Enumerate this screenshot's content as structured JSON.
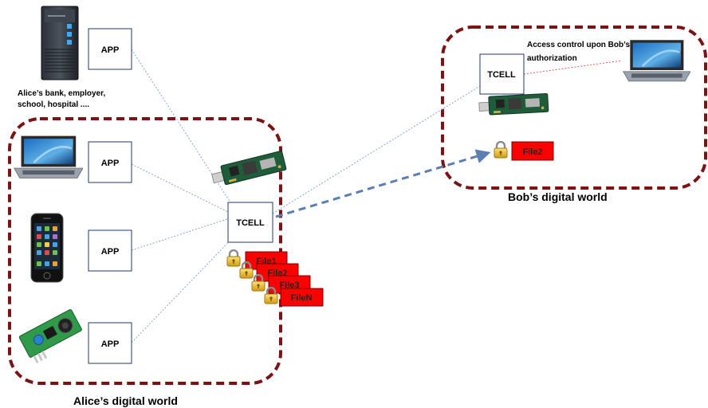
{
  "alice_world": {
    "label": "Alice’s digital world"
  },
  "bob_world": {
    "label": "Bob’s digital world"
  },
  "server": {
    "caption_lines": [
      "Alice’s bank, employer,",
      "school, hospital ...."
    ]
  },
  "apps": [
    {
      "label": "APP",
      "source": "server"
    },
    {
      "label": "APP",
      "source": "laptop"
    },
    {
      "label": "APP",
      "source": "phone"
    },
    {
      "label": "APP",
      "source": "sensor"
    }
  ],
  "alice_tcell": {
    "label": "TCELL"
  },
  "bob_tcell": {
    "label": "TCELL"
  },
  "alice_files": [
    "File1",
    "File2",
    "File3",
    "FileN"
  ],
  "bob_file": "File2",
  "access_note": {
    "lines": [
      "Access control upon Bob’s",
      "authorization"
    ]
  },
  "colors": {
    "world_border": "#7a1414",
    "file_fill": "#ff0000",
    "link_line": "#8aa6cc",
    "share_arrow": "#5b7fb4",
    "access_line": "#e06060"
  },
  "icons": [
    "server-icon",
    "laptop-icon",
    "phone-icon",
    "sensor-board-icon",
    "usb-token-icon",
    "lock-icon"
  ]
}
